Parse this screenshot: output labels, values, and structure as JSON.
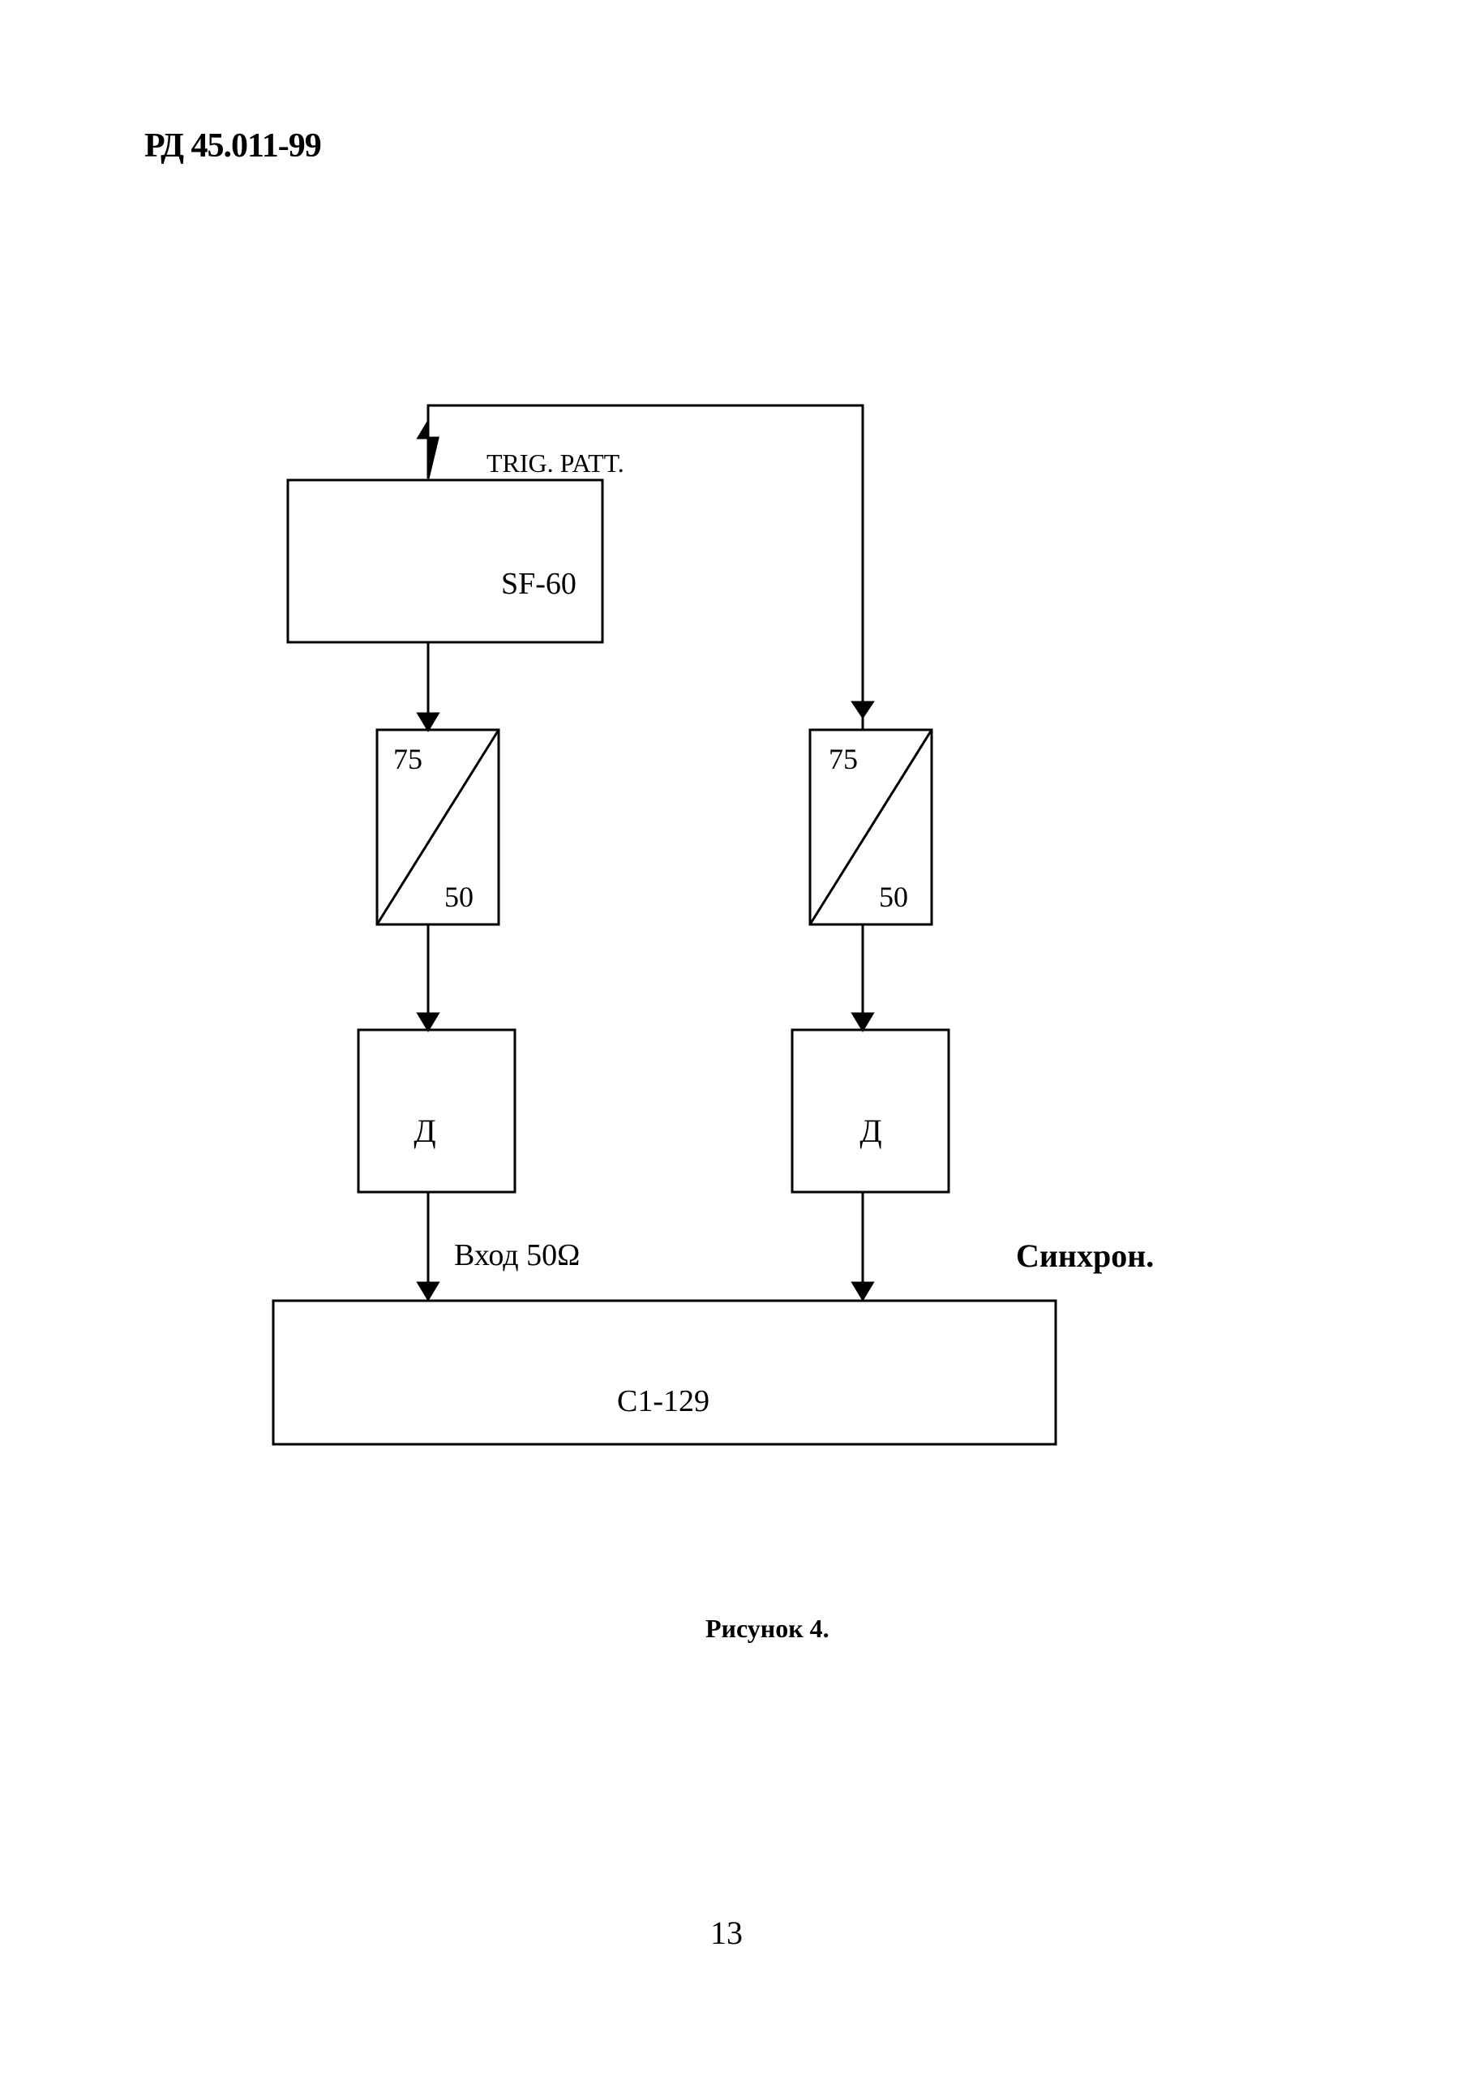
{
  "header": {
    "doc_code": "РД 45.011-99"
  },
  "diagram": {
    "nodes": {
      "generator": "SF-60",
      "left_adapter_top": "75",
      "left_adapter_bottom": "50",
      "right_adapter_top": "75",
      "right_adapter_bottom": "50",
      "left_detector": "Д",
      "right_detector": "Д",
      "oscilloscope": "С1-129"
    },
    "labels": {
      "trigger_output": "TRIG. PATT.",
      "input": "Вход 50Ω",
      "sync": "Синхрон."
    }
  },
  "caption": "Рисунок 4.",
  "page_number": "13"
}
